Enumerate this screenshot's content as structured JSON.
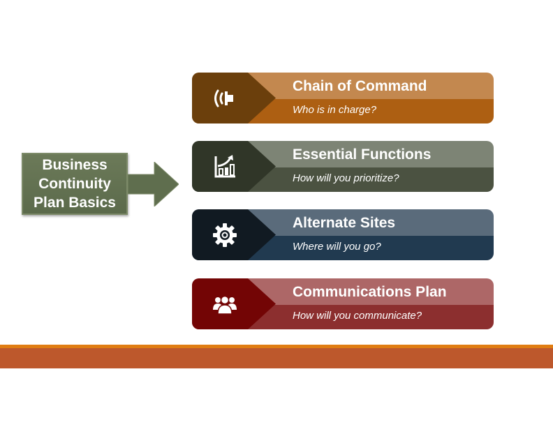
{
  "source": {
    "label": "Business\nContinuity\nPlan Basics",
    "color": "#5f6e4e"
  },
  "cards": [
    {
      "title": "Chain of Command",
      "subtitle": "Who is in charge?",
      "icon": "speaker-icon",
      "colors": {
        "top": "#c3884f",
        "bottom": "#ad5f12",
        "dark": "#6b3f0c"
      }
    },
    {
      "title": "Essential Functions",
      "subtitle": "How will you prioritize?",
      "icon": "growth-chart-icon",
      "colors": {
        "top": "#7d8475",
        "bottom": "#4b5241",
        "dark": "#303628"
      }
    },
    {
      "title": "Alternate Sites",
      "subtitle": "Where will you go?",
      "icon": "gear-icon",
      "colors": {
        "top": "#5a6b7b",
        "bottom": "#213a50",
        "dark": "#111a22"
      }
    },
    {
      "title": "Communications Plan",
      "subtitle": "How will you communicate?",
      "icon": "people-group-icon",
      "colors": {
        "top": "#ad6767",
        "bottom": "#8c2f2f",
        "dark": "#730505"
      }
    }
  ],
  "footer": {
    "stripe_color": "#e07d12",
    "band_color": "#bd582c"
  }
}
